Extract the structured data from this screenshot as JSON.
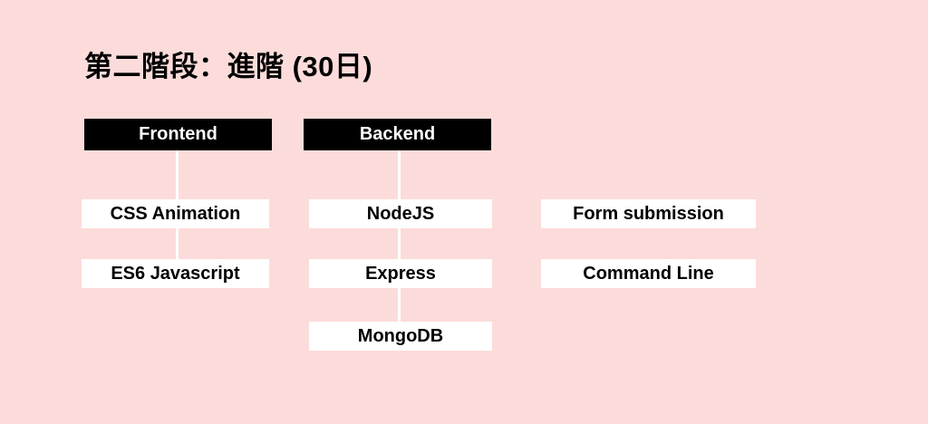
{
  "title": "第二階段：進階 (30日)",
  "columns": [
    {
      "header": "Frontend",
      "items": [
        "CSS Animation",
        "ES6 Javascript"
      ]
    },
    {
      "header": "Backend",
      "items": [
        "NodeJS",
        "Express",
        "MongoDB"
      ]
    },
    {
      "header": null,
      "items": [
        "Form submission",
        "Command Line"
      ]
    }
  ],
  "colors": {
    "background": "#fcdcda",
    "header_background": "#000000",
    "header_text": "#ffffff",
    "box_background": "#ffffff",
    "box_text": "#000000",
    "connector": "#ffffff"
  }
}
